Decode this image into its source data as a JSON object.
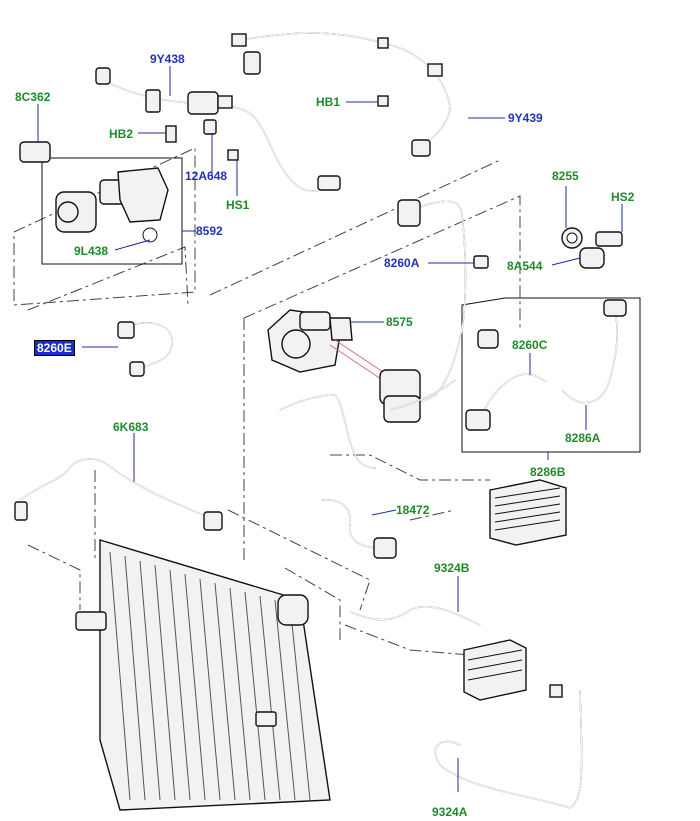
{
  "labels": {
    "l_9y438": "9Y438",
    "l_8c362": "8C362",
    "l_hb2": "HB2",
    "l_12a648": "12A648",
    "l_hs1": "HS1",
    "l_8592": "8592",
    "l_9l438": "9L438",
    "l_hb1": "HB1",
    "l_9y439": "9Y439",
    "l_8255": "8255",
    "l_hs2": "HS2",
    "l_8260a": "8260A",
    "l_8a544": "8A544",
    "l_8260e": "8260E",
    "l_8575": "8575",
    "l_8260c": "8260C",
    "l_8286a": "8286A",
    "l_8286b": "8286B",
    "l_6k683": "6K683",
    "l_18472": "18472",
    "l_9324b": "9324B",
    "l_9324a": "9324A"
  },
  "label_colors": {
    "green": "#1f8a2a",
    "blue": "#2431b8",
    "highlight": "#1a2bd6"
  }
}
